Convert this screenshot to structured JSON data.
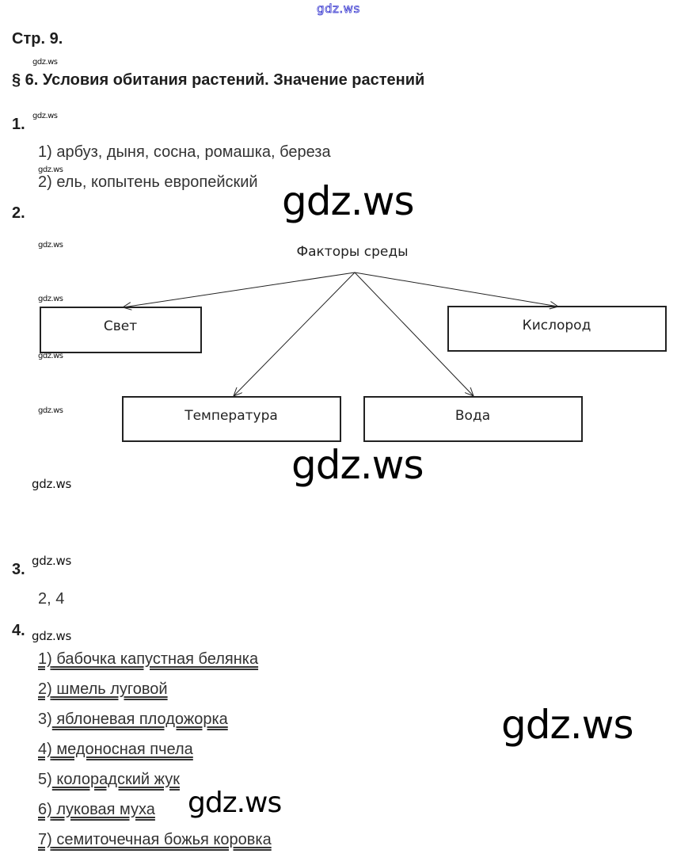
{
  "watermark": "gdz.ws",
  "page_label": "Стр. 9.",
  "section_title": "§ 6. Условия обитания растений. Значение растений",
  "questions": [
    {
      "number": "1.",
      "answers": [
        "1) арбуз, дыня, сосна, ромашка, береза",
        "2) ель, копытень европейский"
      ]
    },
    {
      "number": "2.",
      "diagram": {
        "root": "Факторы среды",
        "nodes": [
          "Свет",
          "Кислород",
          "Температура",
          "Вода"
        ]
      }
    },
    {
      "number": "3.",
      "answer": "2, 4"
    },
    {
      "number": "4.",
      "items": [
        {
          "num": "1)",
          "text": " бабочка капустная белянка"
        },
        {
          "num": "2)",
          "text": " шмель луговой"
        },
        {
          "num": "3)",
          "text": " яблоневая плодожорка"
        },
        {
          "num": "4)",
          "text": " медоносная пчела"
        },
        {
          "num": "5)",
          "text": " колорадский жук"
        },
        {
          "num": "6)",
          "text": " луковая муха"
        },
        {
          "num": "7)",
          "text": " семиточечная божья коровка"
        }
      ]
    }
  ]
}
